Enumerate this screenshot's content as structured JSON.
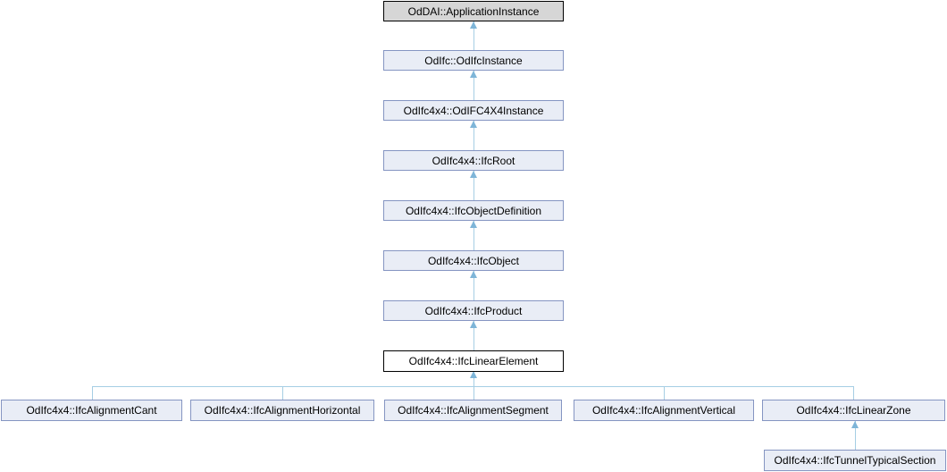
{
  "diagram": {
    "kind": "class-inheritance-graph",
    "nodes": [
      {
        "id": "oddai-applicationinstance",
        "label": "OdDAI::ApplicationInstance",
        "style": "external"
      },
      {
        "id": "odifc-odifcinstance",
        "label": "OdIfc::OdIfcInstance",
        "style": "linked"
      },
      {
        "id": "odifc4x4-odifc4x4instance",
        "label": "OdIfc4x4::OdIFC4X4Instance",
        "style": "linked"
      },
      {
        "id": "odifc4x4-ifcroot",
        "label": "OdIfc4x4::IfcRoot",
        "style": "linked"
      },
      {
        "id": "odifc4x4-ifcobjectdefinition",
        "label": "OdIfc4x4::IfcObjectDefinition",
        "style": "linked"
      },
      {
        "id": "odifc4x4-ifcobject",
        "label": "OdIfc4x4::IfcObject",
        "style": "linked"
      },
      {
        "id": "odifc4x4-ifcproduct",
        "label": "OdIfc4x4::IfcProduct",
        "style": "linked"
      },
      {
        "id": "odifc4x4-ifclinearelement",
        "label": "OdIfc4x4::IfcLinearElement",
        "style": "current"
      },
      {
        "id": "odifc4x4-ifcalignmentcant",
        "label": "OdIfc4x4::IfcAlignmentCant",
        "style": "linked"
      },
      {
        "id": "odifc4x4-ifcalignmenthorizontal",
        "label": "OdIfc4x4::IfcAlignmentHorizontal",
        "style": "linked"
      },
      {
        "id": "odifc4x4-ifcalignmentsegment",
        "label": "OdIfc4x4::IfcAlignmentSegment",
        "style": "linked"
      },
      {
        "id": "odifc4x4-ifcalignmentvertical",
        "label": "OdIfc4x4::IfcAlignmentVertical",
        "style": "linked"
      },
      {
        "id": "odifc4x4-ifclinearzone",
        "label": "OdIfc4x4::IfcLinearZone",
        "style": "linked"
      },
      {
        "id": "odifc4x4-ifctunneltypicalsection",
        "label": "OdIfc4x4::IfcTunnelTypicalSection",
        "style": "linked"
      }
    ],
    "edges": [
      {
        "from": "OdIfc::OdIfcInstance",
        "to": "OdDAI::ApplicationInstance"
      },
      {
        "from": "OdIfc4x4::OdIFC4X4Instance",
        "to": "OdIfc::OdIfcInstance"
      },
      {
        "from": "OdIfc4x4::IfcRoot",
        "to": "OdIfc4x4::OdIFC4X4Instance"
      },
      {
        "from": "OdIfc4x4::IfcObjectDefinition",
        "to": "OdIfc4x4::IfcRoot"
      },
      {
        "from": "OdIfc4x4::IfcObject",
        "to": "OdIfc4x4::IfcObjectDefinition"
      },
      {
        "from": "OdIfc4x4::IfcProduct",
        "to": "OdIfc4x4::IfcObject"
      },
      {
        "from": "OdIfc4x4::IfcLinearElement",
        "to": "OdIfc4x4::IfcProduct"
      },
      {
        "from": "OdIfc4x4::IfcAlignmentCant",
        "to": "OdIfc4x4::IfcLinearElement"
      },
      {
        "from": "OdIfc4x4::IfcAlignmentHorizontal",
        "to": "OdIfc4x4::IfcLinearElement"
      },
      {
        "from": "OdIfc4x4::IfcAlignmentSegment",
        "to": "OdIfc4x4::IfcLinearElement"
      },
      {
        "from": "OdIfc4x4::IfcAlignmentVertical",
        "to": "OdIfc4x4::IfcLinearElement"
      },
      {
        "from": "OdIfc4x4::IfcLinearZone",
        "to": "OdIfc4x4::IfcLinearElement"
      },
      {
        "from": "OdIfc4x4::IfcTunnelTypicalSection",
        "to": "OdIfc4x4::IfcLinearZone"
      }
    ],
    "colors": {
      "node_fill": "#e9edf6",
      "node_border": "#8595c2",
      "external_fill": "#d6d6d6",
      "external_border": "#000000",
      "current_fill": "#ffffff",
      "current_border": "#000000",
      "edge_line": "#a6cee4",
      "edge_arrowhead": "#7eb5d8",
      "text": "#000000",
      "background": "#ffffff"
    }
  }
}
